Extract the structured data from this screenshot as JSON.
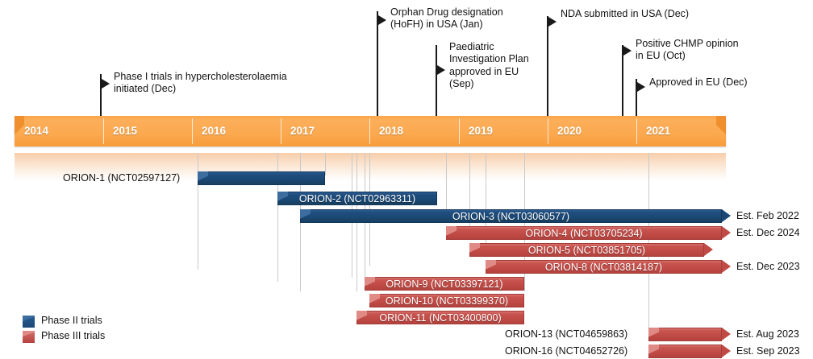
{
  "chart_data": {
    "type": "table",
    "title": "Inclisiran (ORION) clinical development timeline",
    "axis": {
      "type": "year-band",
      "years": [
        "2014",
        "2015",
        "2016",
        "2017",
        "2018",
        "2019",
        "2020",
        "2021"
      ],
      "start_year": 2014,
      "end_year": 2022,
      "band_color": "#FBA94F",
      "band_label_color": "#FFFFFF"
    },
    "milestones": [
      {
        "label": "Phase I trials in hypercholesterolaemia\ninitiated (Dec)",
        "date": "2014-12",
        "x_year": 2014.95
      },
      {
        "label": "Orphan Drug designation\n(HoFH) in USA (Jan)",
        "date": "2018-01",
        "x_year": 2018.05
      },
      {
        "label": "Paediatric\nInvestigation Plan\napproved in EU\n(Sep)",
        "date": "2018-09",
        "x_year": 2018.72
      },
      {
        "label": "NDA submitted in USA (Dec)",
        "date": "2019-12",
        "x_year": 2020.0
      },
      {
        "label": "Positive CHMP opinion\nin EU (Oct)",
        "date": "2020-10",
        "x_year": 2020.85
      },
      {
        "label": "Approved in EU (Dec)",
        "date": "2020-12",
        "x_year": 2021.0
      }
    ],
    "legend": {
      "position": "bottom-left",
      "entries": [
        {
          "label": "Phase II trials",
          "color": "#1b4876"
        },
        {
          "label": "Phase III trials",
          "color": "#c04b46"
        }
      ]
    },
    "trials": [
      {
        "name": "ORION-1 (NCT02597127)",
        "phase": "II",
        "label_inside": false,
        "label_side": "left",
        "arrow": false,
        "end_note": ""
      },
      {
        "name": "ORION-2 (NCT02963311)",
        "phase": "II",
        "label_inside": true,
        "label_side": "",
        "arrow": false,
        "end_note": ""
      },
      {
        "name": "ORION-3 (NCT03060577)",
        "phase": "II",
        "label_inside": true,
        "label_side": "",
        "arrow": true,
        "end_note": "Est. Feb 2022"
      },
      {
        "name": "ORION-4 (NCT03705234)",
        "phase": "III",
        "label_inside": true,
        "label_side": "",
        "arrow": true,
        "end_note": "Est. Dec 2024"
      },
      {
        "name": "ORION-5 (NCT03851705)",
        "phase": "III",
        "label_inside": true,
        "label_side": "",
        "arrow": true,
        "end_note": ""
      },
      {
        "name": "ORION-8 (NCT03814187)",
        "phase": "III",
        "label_inside": true,
        "label_side": "",
        "arrow": true,
        "end_note": "Est. Dec 2023"
      },
      {
        "name": "ORION-9 (NCT03397121)",
        "phase": "III",
        "label_inside": true,
        "label_side": "",
        "arrow": false,
        "end_note": ""
      },
      {
        "name": "ORION-10 (NCT03399370)",
        "phase": "III",
        "label_inside": true,
        "label_side": "",
        "arrow": false,
        "end_note": ""
      },
      {
        "name": "ORION-11 (NCT03400800)",
        "phase": "III",
        "label_inside": true,
        "label_side": "",
        "arrow": false,
        "end_note": ""
      },
      {
        "name": "ORION-13 (NCT04659863)",
        "phase": "III",
        "label_inside": false,
        "label_side": "left",
        "arrow": true,
        "end_note": "Est. Aug 2023"
      },
      {
        "name": "ORION-16 (NCT04652726)",
        "phase": "III",
        "label_inside": false,
        "label_side": "left",
        "arrow": true,
        "end_note": "Est. Sep 2023"
      }
    ]
  },
  "years": [
    {
      "label": "2014"
    },
    {
      "label": "2015"
    },
    {
      "label": "2016"
    },
    {
      "label": "2017"
    },
    {
      "label": "2018"
    },
    {
      "label": "2019"
    },
    {
      "label": "2020"
    },
    {
      "label": "2021"
    }
  ],
  "milestones": [
    {
      "line1": "Phase I trials in hypercholesterolaemia",
      "line2": "initiated (Dec)",
      "line3": "",
      "line4": ""
    },
    {
      "line1": "Orphan Drug designation",
      "line2": "(HoFH) in USA (Jan)",
      "line3": "",
      "line4": ""
    },
    {
      "line1": "Paediatric",
      "line2": "Investigation Plan",
      "line3": "approved in EU",
      "line4": "(Sep)"
    },
    {
      "line1": "NDA submitted in USA (Dec)",
      "line2": "",
      "line3": "",
      "line4": ""
    },
    {
      "line1": "Positive CHMP opinion",
      "line2": "in EU (Oct)",
      "line3": "",
      "line4": ""
    },
    {
      "line1": "Approved in EU (Dec)",
      "line2": "",
      "line3": "",
      "line4": ""
    }
  ],
  "bars": [
    {
      "name": "ORION-1 (NCT02597127)",
      "note": ""
    },
    {
      "name": "ORION-2 (NCT02963311)",
      "note": ""
    },
    {
      "name": "ORION-3 (NCT03060577)",
      "note": "Est. Feb 2022"
    },
    {
      "name": "ORION-4 (NCT03705234)",
      "note": "Est. Dec 2024"
    },
    {
      "name": "ORION-5 (NCT03851705)",
      "note": ""
    },
    {
      "name": "ORION-8 (NCT03814187)",
      "note": "Est. Dec 2023"
    },
    {
      "name": "ORION-9 (NCT03397121)",
      "note": ""
    },
    {
      "name": "ORION-10 (NCT03399370)",
      "note": ""
    },
    {
      "name": "ORION-11 (NCT03400800)",
      "note": ""
    },
    {
      "name": "ORION-13 (NCT04659863)",
      "note": "Est. Aug 2023"
    },
    {
      "name": "ORION-16 (NCT04652726)",
      "note": "Est. Sep 2023"
    }
  ],
  "legend": {
    "phase2": "Phase II trials",
    "phase3": "Phase III trials"
  }
}
